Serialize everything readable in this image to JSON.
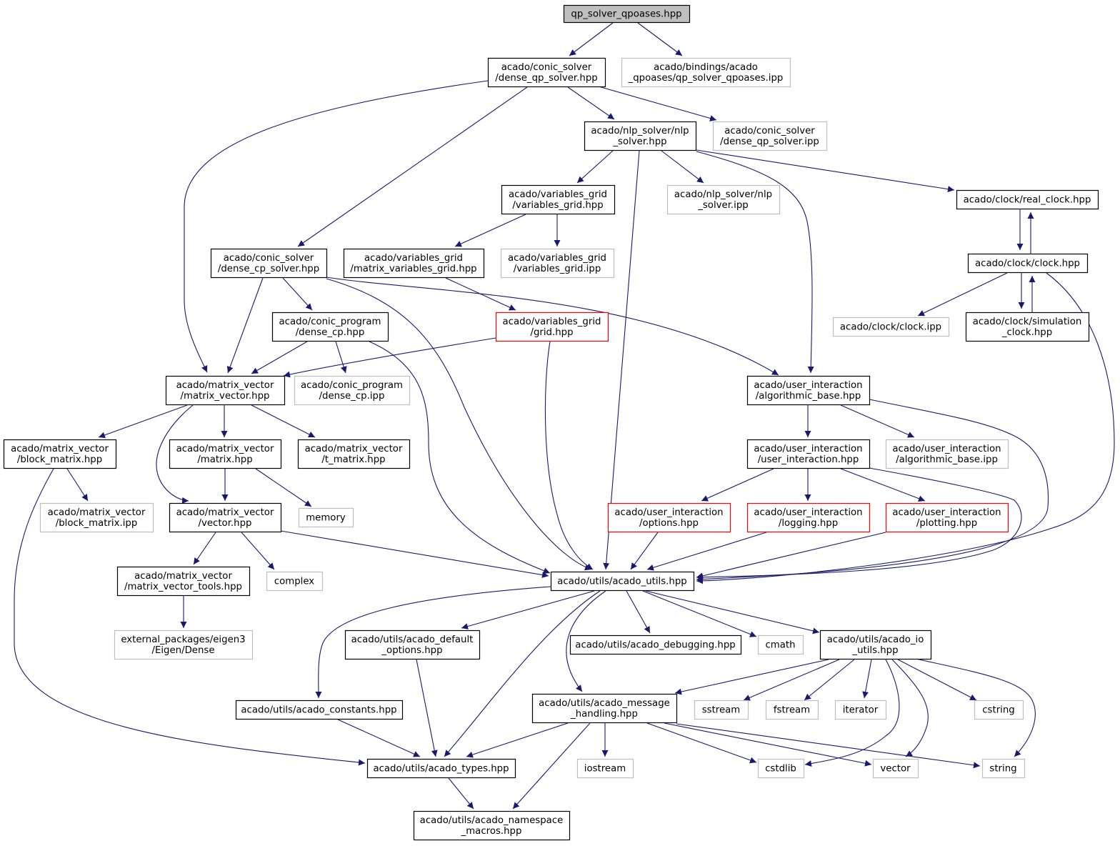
{
  "diagram": {
    "nodes": [
      {
        "id": "n0",
        "lines": [
          "qp_solver_qpoases.hpp"
        ],
        "style": "root"
      },
      {
        "id": "n1",
        "lines": [
          "acado/conic_solver",
          "/dense_qp_solver.hpp"
        ],
        "style": "normal"
      },
      {
        "id": "n2",
        "lines": [
          "acado/bindings/acado",
          "_qpoases/qp_solver_qpoases.ipp"
        ],
        "style": "missing"
      },
      {
        "id": "n3",
        "lines": [
          "acado/nlp_solver/nlp",
          "_solver.hpp"
        ],
        "style": "normal"
      },
      {
        "id": "n4",
        "lines": [
          "acado/conic_solver",
          "/dense_qp_solver.ipp"
        ],
        "style": "missing"
      },
      {
        "id": "n5",
        "lines": [
          "acado/variables_grid",
          "/variables_grid.hpp"
        ],
        "style": "normal"
      },
      {
        "id": "n6",
        "lines": [
          "acado/nlp_solver/nlp",
          "_solver.ipp"
        ],
        "style": "missing"
      },
      {
        "id": "n7",
        "lines": [
          "acado/clock/real_clock.hpp"
        ],
        "style": "normal"
      },
      {
        "id": "n8",
        "lines": [
          "acado/conic_solver",
          "/dense_cp_solver.hpp"
        ],
        "style": "normal"
      },
      {
        "id": "n9",
        "lines": [
          "acado/variables_grid",
          "/matrix_variables_grid.hpp"
        ],
        "style": "normal"
      },
      {
        "id": "n10",
        "lines": [
          "acado/variables_grid",
          "/variables_grid.ipp"
        ],
        "style": "missing"
      },
      {
        "id": "n11",
        "lines": [
          "acado/clock/clock.hpp"
        ],
        "style": "normal"
      },
      {
        "id": "n12",
        "lines": [
          "acado/conic_program",
          "/dense_cp.hpp"
        ],
        "style": "normal"
      },
      {
        "id": "n13",
        "lines": [
          "acado/variables_grid",
          "/grid.hpp"
        ],
        "style": "truncated"
      },
      {
        "id": "n14",
        "lines": [
          "acado/clock/clock.ipp"
        ],
        "style": "missing"
      },
      {
        "id": "n15",
        "lines": [
          "acado/clock/simulation",
          "_clock.hpp"
        ],
        "style": "normal"
      },
      {
        "id": "n16",
        "lines": [
          "acado/matrix_vector",
          "/matrix_vector.hpp"
        ],
        "style": "normal"
      },
      {
        "id": "n17",
        "lines": [
          "acado/conic_program",
          "/dense_cp.ipp"
        ],
        "style": "missing"
      },
      {
        "id": "n18",
        "lines": [
          "acado/user_interaction",
          "/algorithmic_base.hpp"
        ],
        "style": "normal"
      },
      {
        "id": "n19",
        "lines": [
          "acado/matrix_vector",
          "/block_matrix.hpp"
        ],
        "style": "normal"
      },
      {
        "id": "n20",
        "lines": [
          "acado/matrix_vector",
          "/matrix.hpp"
        ],
        "style": "normal"
      },
      {
        "id": "n21",
        "lines": [
          "acado/matrix_vector",
          "/t_matrix.hpp"
        ],
        "style": "normal"
      },
      {
        "id": "n22",
        "lines": [
          "acado/user_interaction",
          "/user_interaction.hpp"
        ],
        "style": "normal"
      },
      {
        "id": "n23",
        "lines": [
          "acado/user_interaction",
          "/algorithmic_base.ipp"
        ],
        "style": "missing"
      },
      {
        "id": "n24",
        "lines": [
          "acado/matrix_vector",
          "/block_matrix.ipp"
        ],
        "style": "missing"
      },
      {
        "id": "n25",
        "lines": [
          "acado/matrix_vector",
          "/vector.hpp"
        ],
        "style": "normal"
      },
      {
        "id": "n26",
        "lines": [
          "memory"
        ],
        "style": "missing"
      },
      {
        "id": "n27",
        "lines": [
          "acado/user_interaction",
          "/options.hpp"
        ],
        "style": "truncated"
      },
      {
        "id": "n28",
        "lines": [
          "acado/user_interaction",
          "/logging.hpp"
        ],
        "style": "truncated"
      },
      {
        "id": "n29",
        "lines": [
          "acado/user_interaction",
          "/plotting.hpp"
        ],
        "style": "truncated"
      },
      {
        "id": "n30",
        "lines": [
          "acado/matrix_vector",
          "/matrix_vector_tools.hpp"
        ],
        "style": "normal"
      },
      {
        "id": "n31",
        "lines": [
          "complex"
        ],
        "style": "missing"
      },
      {
        "id": "n32",
        "lines": [
          "acado/utils/acado_utils.hpp"
        ],
        "style": "normal"
      },
      {
        "id": "n33",
        "lines": [
          "external_packages/eigen3",
          "/Eigen/Dense"
        ],
        "style": "missing"
      },
      {
        "id": "n34",
        "lines": [
          "acado/utils/acado_default",
          "_options.hpp"
        ],
        "style": "normal"
      },
      {
        "id": "n35",
        "lines": [
          "acado/utils/acado_debugging.hpp"
        ],
        "style": "normal"
      },
      {
        "id": "n36",
        "lines": [
          "cmath"
        ],
        "style": "missing"
      },
      {
        "id": "n37",
        "lines": [
          "acado/utils/acado_io",
          "_utils.hpp"
        ],
        "style": "normal"
      },
      {
        "id": "n38",
        "lines": [
          "acado/utils/acado_constants.hpp"
        ],
        "style": "normal"
      },
      {
        "id": "n39",
        "lines": [
          "acado/utils/acado_message",
          "_handling.hpp"
        ],
        "style": "normal"
      },
      {
        "id": "n40",
        "lines": [
          "sstream"
        ],
        "style": "missing"
      },
      {
        "id": "n41",
        "lines": [
          "fstream"
        ],
        "style": "missing"
      },
      {
        "id": "n42",
        "lines": [
          "iterator"
        ],
        "style": "missing"
      },
      {
        "id": "n43",
        "lines": [
          "cstring"
        ],
        "style": "missing"
      },
      {
        "id": "n44",
        "lines": [
          "acado/utils/acado_types.hpp"
        ],
        "style": "normal"
      },
      {
        "id": "n45",
        "lines": [
          "iostream"
        ],
        "style": "missing"
      },
      {
        "id": "n46",
        "lines": [
          "cstdlib"
        ],
        "style": "missing"
      },
      {
        "id": "n47",
        "lines": [
          "vector"
        ],
        "style": "missing"
      },
      {
        "id": "n48",
        "lines": [
          "string"
        ],
        "style": "missing"
      },
      {
        "id": "n49",
        "lines": [
          "acado/utils/acado_namespace",
          "_macros.hpp"
        ],
        "style": "normal"
      }
    ],
    "edges": [
      [
        "n0",
        "n1"
      ],
      [
        "n0",
        "n2"
      ],
      [
        "n1",
        "n16"
      ],
      [
        "n1",
        "n8"
      ],
      [
        "n1",
        "n3"
      ],
      [
        "n1",
        "n4"
      ],
      [
        "n3",
        "n5"
      ],
      [
        "n3",
        "n6"
      ],
      [
        "n3",
        "n7"
      ],
      [
        "n3",
        "n18"
      ],
      [
        "n3",
        "n32"
      ],
      [
        "n5",
        "n9"
      ],
      [
        "n5",
        "n10"
      ],
      [
        "n7",
        "n11"
      ],
      [
        "n11",
        "n7"
      ],
      [
        "n11",
        "n14"
      ],
      [
        "n11",
        "n15"
      ],
      [
        "n15",
        "n11"
      ],
      [
        "n11",
        "n32"
      ],
      [
        "n8",
        "n12"
      ],
      [
        "n8",
        "n16"
      ],
      [
        "n8",
        "n18"
      ],
      [
        "n8",
        "n32"
      ],
      [
        "n9",
        "n13"
      ],
      [
        "n12",
        "n16"
      ],
      [
        "n12",
        "n17"
      ],
      [
        "n12",
        "n32"
      ],
      [
        "n13",
        "n16"
      ],
      [
        "n13",
        "n32"
      ],
      [
        "n16",
        "n19"
      ],
      [
        "n16",
        "n20"
      ],
      [
        "n16",
        "n21"
      ],
      [
        "n16",
        "n25"
      ],
      [
        "n19",
        "n24"
      ],
      [
        "n19",
        "n44"
      ],
      [
        "n20",
        "n25"
      ],
      [
        "n20",
        "n26"
      ],
      [
        "n25",
        "n30"
      ],
      [
        "n25",
        "n31"
      ],
      [
        "n25",
        "n32"
      ],
      [
        "n30",
        "n33"
      ],
      [
        "n18",
        "n22"
      ],
      [
        "n18",
        "n23"
      ],
      [
        "n18",
        "n32"
      ],
      [
        "n22",
        "n27"
      ],
      [
        "n22",
        "n28"
      ],
      [
        "n22",
        "n29"
      ],
      [
        "n22",
        "n32"
      ],
      [
        "n27",
        "n32"
      ],
      [
        "n28",
        "n32"
      ],
      [
        "n29",
        "n32"
      ],
      [
        "n32",
        "n38"
      ],
      [
        "n32",
        "n34"
      ],
      [
        "n32",
        "n44"
      ],
      [
        "n32",
        "n39"
      ],
      [
        "n32",
        "n35"
      ],
      [
        "n32",
        "n36"
      ],
      [
        "n32",
        "n37"
      ],
      [
        "n34",
        "n44"
      ],
      [
        "n37",
        "n39"
      ],
      [
        "n37",
        "n40"
      ],
      [
        "n37",
        "n41"
      ],
      [
        "n37",
        "n42"
      ],
      [
        "n37",
        "n43"
      ],
      [
        "n37",
        "n46"
      ],
      [
        "n37",
        "n47"
      ],
      [
        "n37",
        "n48"
      ],
      [
        "n38",
        "n44"
      ],
      [
        "n39",
        "n44"
      ],
      [
        "n39",
        "n49"
      ],
      [
        "n39",
        "n45"
      ],
      [
        "n39",
        "n46"
      ],
      [
        "n39",
        "n47"
      ],
      [
        "n39",
        "n48"
      ],
      [
        "n44",
        "n49"
      ]
    ]
  },
  "colors": {
    "edge": "#191970",
    "normal_border": "#000000",
    "missing_border": "#bfbfbf",
    "truncated_border": "#ff0000",
    "root_fill": "#bfbfbf",
    "fill": "#ffffff"
  }
}
